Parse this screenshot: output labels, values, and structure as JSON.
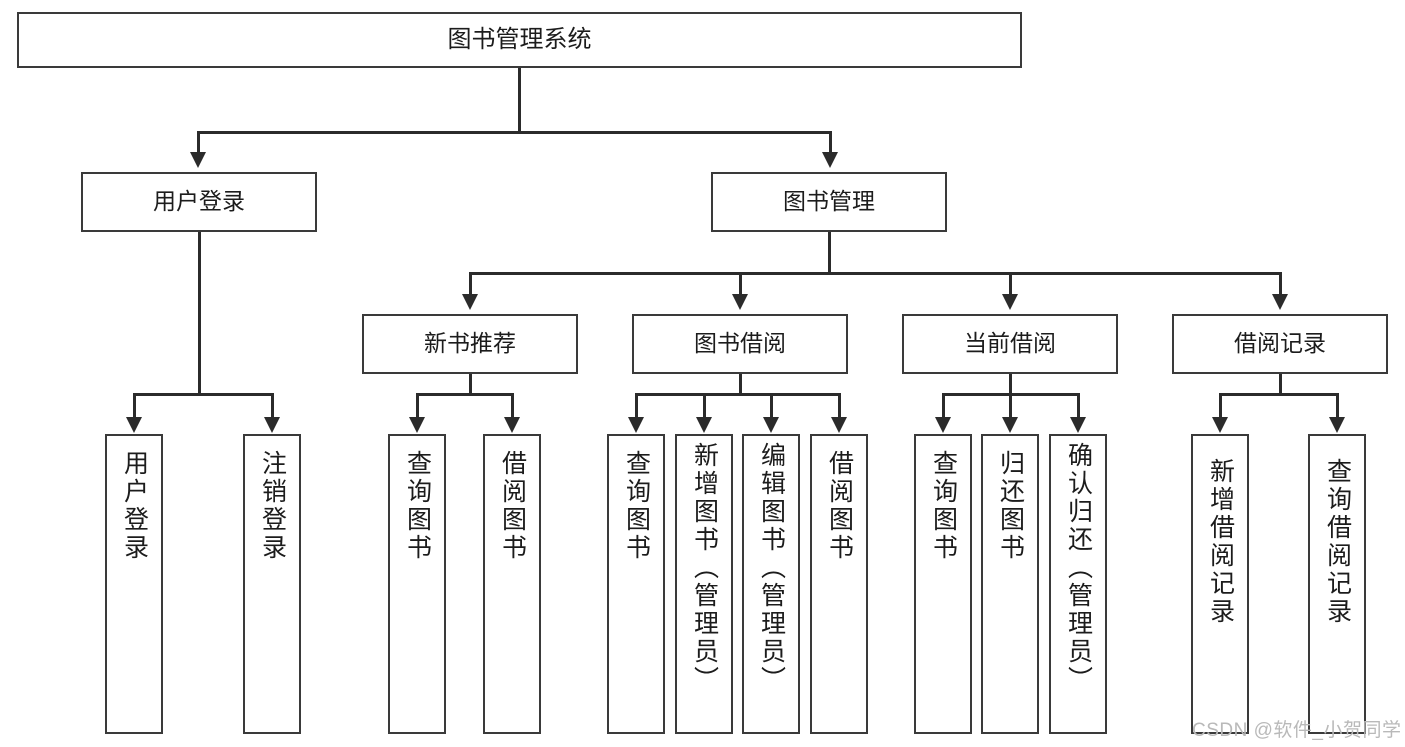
{
  "diagram": {
    "title": "图书管理系统",
    "type": "hierarchy-tree",
    "root": {
      "id": "root",
      "label": "图书管理系统"
    },
    "level2": [
      {
        "id": "user-login",
        "label": "用户登录"
      },
      {
        "id": "book-manage",
        "label": "图书管理"
      }
    ],
    "level3": [
      {
        "id": "new-book-rec",
        "label": "新书推荐"
      },
      {
        "id": "book-borrow",
        "label": "图书借阅"
      },
      {
        "id": "current-borrow",
        "label": "当前借阅"
      },
      {
        "id": "borrow-record",
        "label": "借阅记录"
      }
    ],
    "leaves": {
      "user_login": [
        {
          "id": "leaf-user-login",
          "label": "用户登录"
        },
        {
          "id": "leaf-logout",
          "label": "注销登录"
        }
      ],
      "new_book_rec": [
        {
          "id": "leaf-query-book-1",
          "label": "查询图书"
        },
        {
          "id": "leaf-borrow-book-1",
          "label": "借阅图书"
        }
      ],
      "book_borrow": [
        {
          "id": "leaf-query-book-2",
          "label": "查询图书"
        },
        {
          "id": "leaf-add-book",
          "label": "新增图书（管理员）"
        },
        {
          "id": "leaf-edit-book",
          "label": "编辑图书（管理员）"
        },
        {
          "id": "leaf-borrow-book-2",
          "label": "借阅图书"
        }
      ],
      "current_borrow": [
        {
          "id": "leaf-query-book-3",
          "label": "查询图书"
        },
        {
          "id": "leaf-return-book",
          "label": "归还图书"
        },
        {
          "id": "leaf-confirm-return",
          "label": "确认归还（管理员）"
        }
      ],
      "borrow_record": [
        {
          "id": "leaf-add-record",
          "label": "新增借阅记录"
        },
        {
          "id": "leaf-query-record",
          "label": "查询借阅记录"
        }
      ]
    }
  },
  "watermark": {
    "text": "CSDN @软件_小贺同学"
  },
  "colors": {
    "background": "#ffffff",
    "node_border": "#3a3a3a",
    "node_fill": "#ffffff",
    "connector": "#2b2b2b",
    "text": "#1c1c1c",
    "watermark": "#b9b9b9"
  }
}
